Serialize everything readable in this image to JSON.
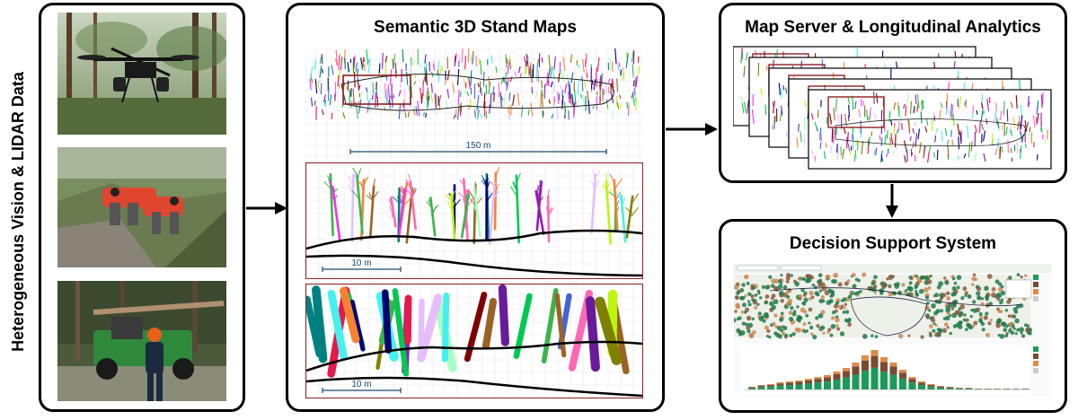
{
  "left_label": "Heterogeneous Vision & LIDAR Data",
  "center_title": "Semantic 3D Stand Maps",
  "server_title": "Map Server & Longitudinal Analytics",
  "dss_title": "Decision Support System",
  "scales": {
    "overview": "150 m",
    "detail_points": "10 m",
    "detail_cylinders": "10 m"
  },
  "colors": {
    "border": "#000000",
    "highlight_box": "#8b2020",
    "scale_bar": "#1a4a6e",
    "forest_green": "#1d9a5a",
    "bar_brown": "#7a4a32",
    "bar_orange": "#e08a4a"
  },
  "icons": [
    "drone-photo",
    "quadruped-robot-photo",
    "forestry-harvester-photo",
    "arrow-right-icon",
    "arrow-down-icon"
  ]
}
